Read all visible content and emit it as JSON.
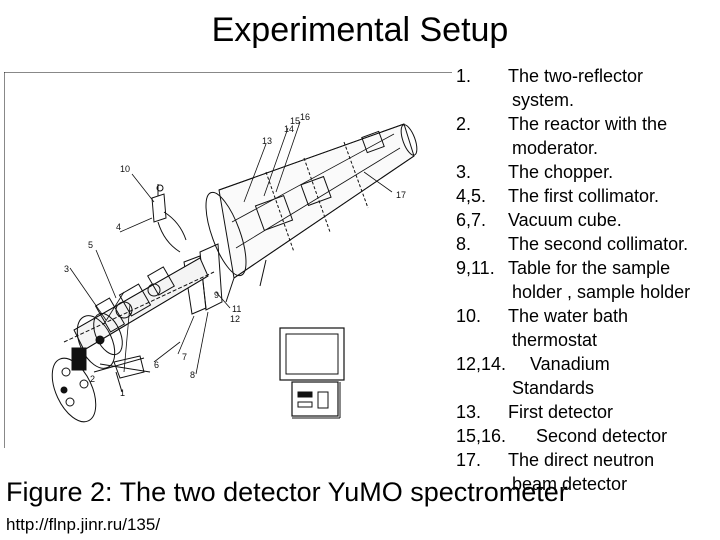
{
  "title": "Experimental Setup",
  "legend": [
    {
      "num": "1.",
      "line1": "The two-reflector",
      "line2": "system."
    },
    {
      "num": "2.",
      "line1": "The reactor with the",
      "line2": "moderator."
    },
    {
      "num": "3.",
      "line1": "The chopper.",
      "line2": ""
    },
    {
      "num": "4,5.",
      "line1": "The first collimator.",
      "line2": ""
    },
    {
      "num": "6,7.",
      "line1": "Vacuum cube.",
      "line2": ""
    },
    {
      "num": "8.",
      "line1": "The second collimator.",
      "line2": ""
    },
    {
      "num": "9,11.",
      "line1": "Table for the sample",
      "line2": "holder , sample holder"
    },
    {
      "num": "10.",
      "line1": "The water bath",
      "line2": "thermostat"
    },
    {
      "num": "12,14.",
      "line1": "Vanadium",
      "line2": "Standards"
    },
    {
      "num": "13.",
      "line1": "First detector",
      "line2": ""
    },
    {
      "num": "15,16.",
      "line1": "Second detector",
      "line2": ""
    },
    {
      "num": "17.",
      "line1": "The direct neutron",
      "line2": "beam detector"
    }
  ],
  "diagram_labels": [
    "10",
    "4",
    "5",
    "3",
    "2",
    "1",
    "6",
    "7",
    "8",
    "9",
    "11",
    "12",
    "13",
    "14",
    "15",
    "16",
    "17"
  ],
  "caption": "Figure 2: The two detector YuMO spectrometer",
  "url": "http://flnp.jinr.ru/135/"
}
